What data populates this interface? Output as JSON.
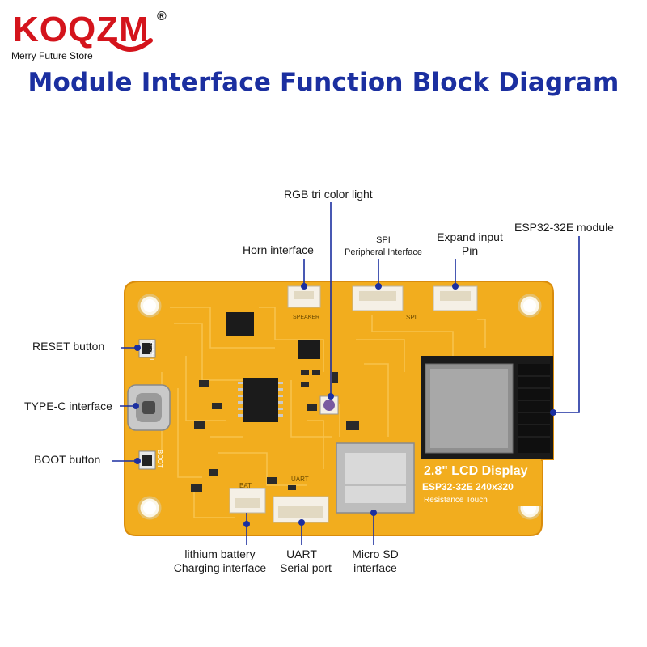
{
  "header": {
    "brand": "KOQZM",
    "registered": "®",
    "tagline": "Merry Future Store",
    "title": "Module Interface Function Block Diagram"
  },
  "labels": {
    "rgb_light": "RGB tri color light",
    "horn_interface": "Horn interface",
    "spi_line1": "SPI",
    "spi_line2": "Peripheral Interface",
    "expand_line1": "Expand input",
    "expand_line2": "Pin",
    "esp_module": "ESP32-32E module",
    "reset_button": "RESET button",
    "typec_interface": "TYPE-C interface",
    "boot_button": "BOOT button",
    "battery_line1": "lithium battery",
    "battery_line2": "Charging interface",
    "uart_line1": "UART",
    "uart_line2": "Serial port",
    "microsd_line1": "Micro SD",
    "microsd_line2": "interface"
  },
  "board": {
    "lcd_title": "2.8\" LCD Display",
    "lcd_model": "ESP32-32E   240x320",
    "lcd_touch": "Resistance Touch",
    "silk_reset": "RESET",
    "silk_boot": "BOOT",
    "silk_speaker": "SPEAKER",
    "silk_spi": "SPI",
    "silk_bat": "BAT",
    "silk_uart": "UART",
    "colors": {
      "pcb": "#f2ad1e",
      "pcb_edge": "#d98c0c",
      "trace": "#f7c04a",
      "chip": "#1b1b1b",
      "connector": "#f5f0e6",
      "metal": "#c9c9c9",
      "title": "#1b2fa0",
      "brand": "#d4141c",
      "leader": "#1b2fa0"
    }
  }
}
